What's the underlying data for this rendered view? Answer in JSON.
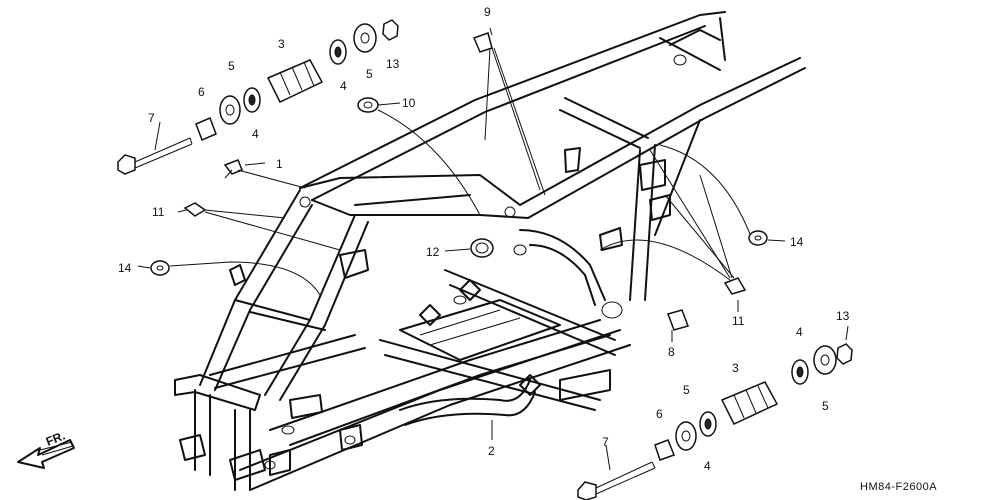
{
  "diagram": {
    "drawing_code": "HM84-F2600A",
    "front_label": "FR.",
    "callouts": {
      "c1": "1",
      "c2": "2",
      "c3a": "3",
      "c3b": "3",
      "c4a": "4",
      "c4b": "4",
      "c4c": "4",
      "c4d": "4",
      "c5a": "5",
      "c5b": "5",
      "c5c": "5",
      "c5d": "5",
      "c6a": "6",
      "c6b": "6",
      "c7a": "7",
      "c7b": "7",
      "c8": "8",
      "c9": "9",
      "c10": "10",
      "c11a": "11",
      "c11b": "11",
      "c12": "12",
      "c13a": "13",
      "c13b": "13",
      "c14a": "14",
      "c14b": "14"
    }
  }
}
